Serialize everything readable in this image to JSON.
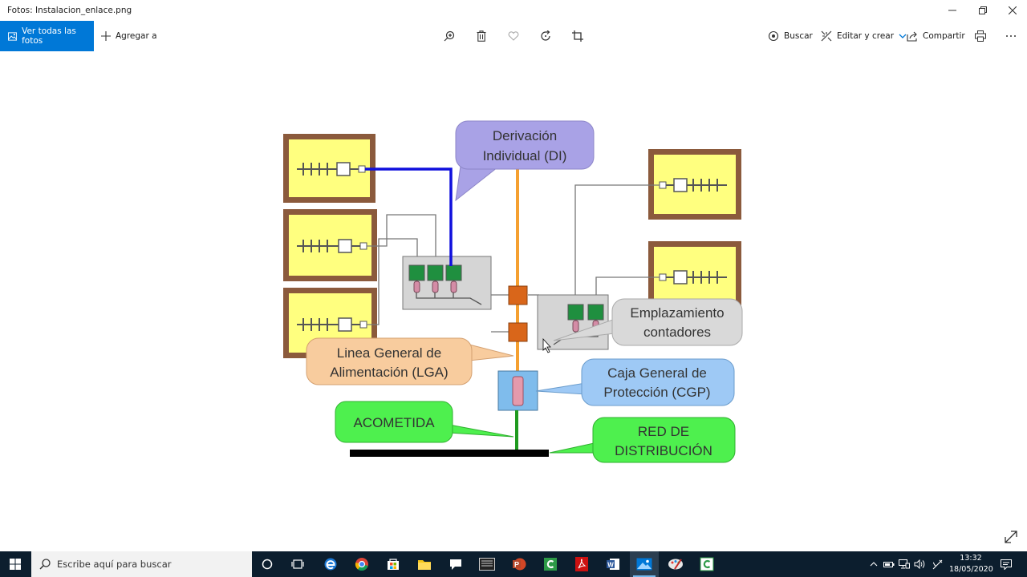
{
  "window": {
    "title": "Fotos: Instalacion_enlace.png"
  },
  "toolbar": {
    "view_all_label": "Ver todas las fotos",
    "add_to_label": "Agregar a",
    "search_label": "Buscar",
    "edit_create_label": "Editar y crear",
    "share_label": "Compartir"
  },
  "diagram": {
    "labels": {
      "di_line1": "Derivación",
      "di_line2": "Individual (DI)",
      "emp_line1": "Emplazamiento",
      "emp_line2": "contadores",
      "lga_line1": "Linea General de",
      "lga_line2": "Alimentación (LGA)",
      "cgp_line1": "Caja General de",
      "cgp_line2": "Protección (CGP)",
      "acometida": "ACOMETIDA",
      "red_line1": "RED DE",
      "red_line2": "DISTRIBUCIÓN"
    },
    "colors": {
      "di_bubble": "#a9a2e6",
      "emp_bubble": "#d9d9d9",
      "lga_bubble": "#f8cc9e",
      "cgp_bubble": "#9ec9f5",
      "green_bubble": "#4ef04e",
      "panel_fill": "#ffff7f",
      "panel_frame": "#8b5a3c",
      "lga_line": "#f5a030",
      "di_line": "#1010dd",
      "acometida_line": "#1f9a1f",
      "junction_box": "#d9661a"
    }
  },
  "taskbar": {
    "search_placeholder": "Escribe aquí para buscar",
    "clock_time": "13:32",
    "clock_date": "18/05/2020"
  }
}
